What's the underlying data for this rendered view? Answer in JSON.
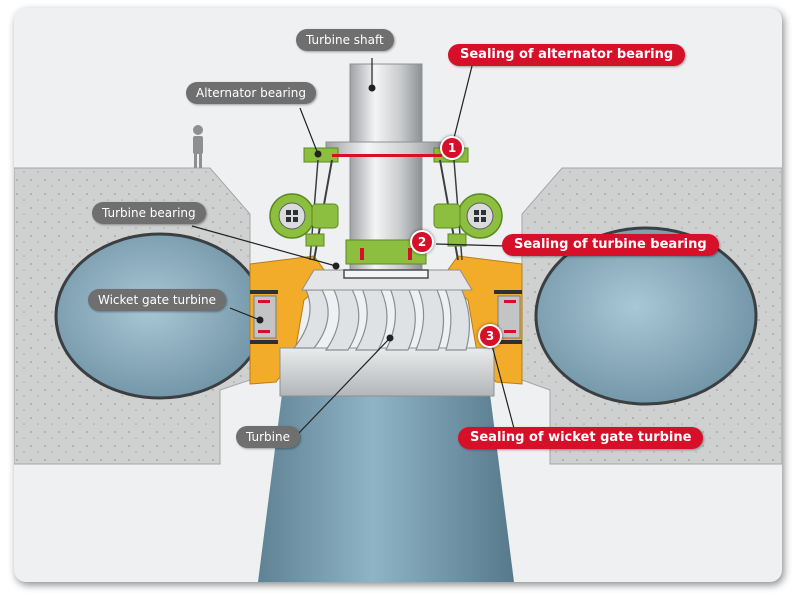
{
  "labels": {
    "turbine_shaft": "Turbine shaft",
    "alternator_bearing": "Alternator bearing",
    "turbine_bearing": "Turbine bearing",
    "wicket_gate_turbine": "Wicket gate turbine",
    "turbine": "Turbine"
  },
  "callouts": {
    "sealing_alternator_bearing": "Sealing of alternator bearing",
    "sealing_turbine_bearing": "Sealing of turbine bearing",
    "sealing_wicket_gate_turbine": "Sealing of wicket gate turbine"
  },
  "badges": {
    "one": "1",
    "two": "2",
    "three": "3"
  },
  "colors": {
    "accent_red": "#d7102a",
    "label_grey": "#6f6f6f",
    "concrete": "#cfd0d0",
    "water": "#7fa6b8",
    "steel": "#c7c9cb",
    "bearing_green": "#8cbf3f",
    "housing_orange": "#f2ac2a"
  },
  "icons": [
    "person-icon",
    "motor-icon"
  ]
}
